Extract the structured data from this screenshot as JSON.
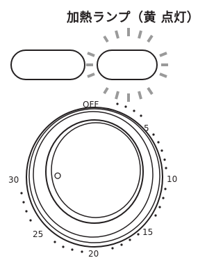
{
  "heading": "加熱ランプ（黄 点灯）",
  "lamp_state": "lit",
  "lamp_color": "#ffd400",
  "dial": {
    "labels": [
      "OFF",
      "5",
      "10",
      "15",
      "20",
      "25",
      "30"
    ]
  },
  "colors": {
    "ink": "#231f20",
    "ray": "#9a9a9a"
  }
}
